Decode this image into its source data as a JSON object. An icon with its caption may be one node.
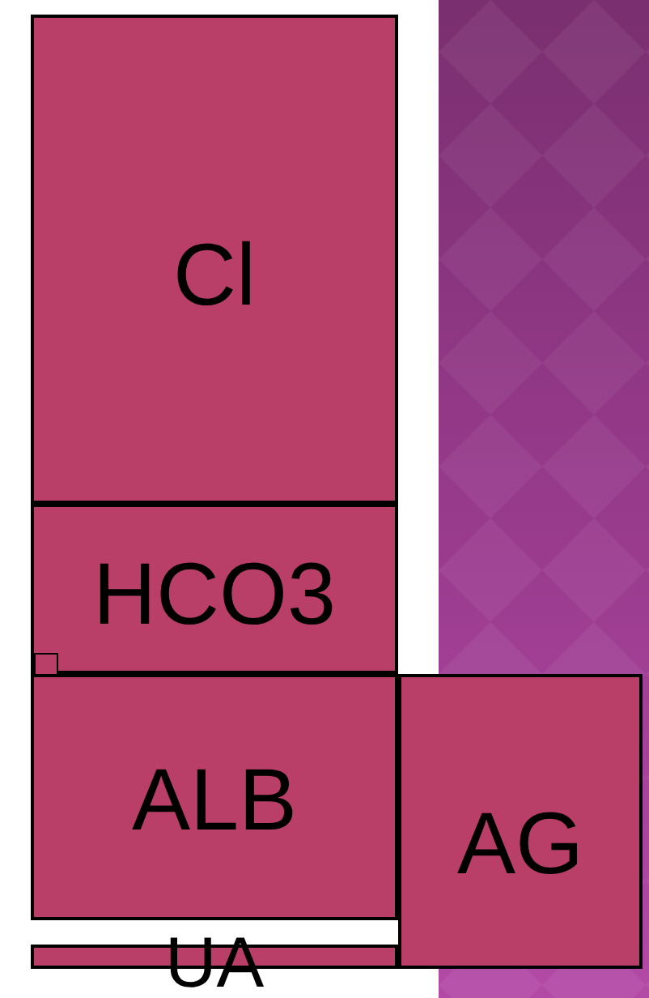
{
  "diagram": {
    "nodes": [
      {
        "text": [
          "Cl"
        ]
      },
      {
        "text": [
          "HCO3"
        ]
      },
      {
        "text": [],
        "shape": "box",
        "in": 1
      },
      {
        "text": [
          "ALB"
        ]
      },
      {
        "text": [
          "AG"
        ]
      },
      {
        "text": [
          "UA"
        ]
      }
    ]
  }
}
